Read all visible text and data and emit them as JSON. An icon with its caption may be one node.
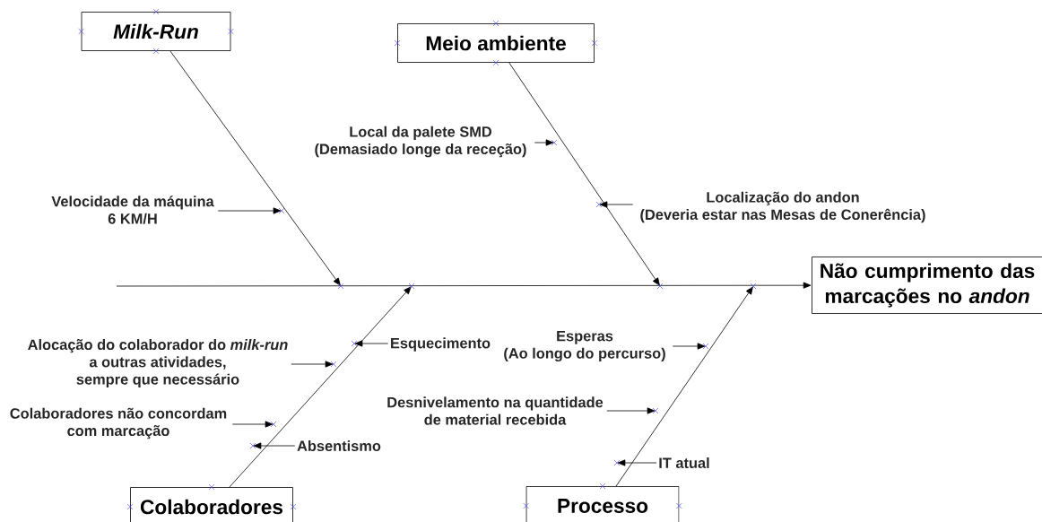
{
  "diagram": {
    "nodes": [
      {
        "text": [
          "Milk-Run"
        ]
      },
      {
        "text": [
          "Meio ambiente"
        ]
      },
      {
        "text": [
          "Local da palete SMD (Demasiado longe da receção)"
        ]
      },
      {
        "text": [
          "Velocidade da máquina 6 KM/H"
        ]
      },
      {
        "text": [
          "Localização do andon (Deveria estar nas Mesas de Conerência)"
        ]
      },
      {
        "text": [
          "Não cumprimento das marcações no *andon*"
        ]
      },
      {
        "text": [
          "Alocação do colaborador do *milk-run* a outras atividades, sempre que necessário"
        ]
      },
      {
        "text": [
          "Esquecimento"
        ]
      },
      {
        "text": [
          "Esperas (Ao longo do percurso)"
        ]
      },
      {
        "text": [
          "Desnivelamento na quantidade de material recebida"
        ]
      },
      {
        "text": [
          "Colaboradores não concordam com marcação"
        ]
      },
      {
        "text": [
          "Absentismo"
        ]
      },
      {
        "text": [
          "IT atual"
        ]
      },
      {
        "text": [
          "Colaboradores"
        ]
      },
      {
        "text": [
          "Processo"
        ]
      }
    ],
    "edges": [
      {
        "from": null,
        "to": 5,
        "arrow": "to"
      },
      {
        "from": 0,
        "to": null,
        "arrow": "to"
      },
      {
        "from": 1,
        "to": null,
        "arrow": "to"
      },
      {
        "from": 13,
        "to": null,
        "arrow": "to"
      },
      {
        "from": 14,
        "to": null,
        "arrow": "to"
      },
      {
        "from": 2,
        "to": null,
        "arrow": "to"
      },
      {
        "from": 3,
        "to": null,
        "arrow": "to"
      },
      {
        "from": 4,
        "to": null,
        "arrow": "to"
      },
      {
        "from": 6,
        "to": null,
        "arrow": "to"
      },
      {
        "from": 7,
        "to": null,
        "arrow": "to"
      },
      {
        "from": 8,
        "to": null,
        "arrow": "to"
      },
      {
        "from": 9,
        "to": null,
        "arrow": "to"
      },
      {
        "from": 10,
        "to": null,
        "arrow": "to"
      },
      {
        "from": 11,
        "to": null,
        "arrow": "to"
      },
      {
        "from": 12,
        "to": null,
        "arrow": "to"
      }
    ]
  }
}
